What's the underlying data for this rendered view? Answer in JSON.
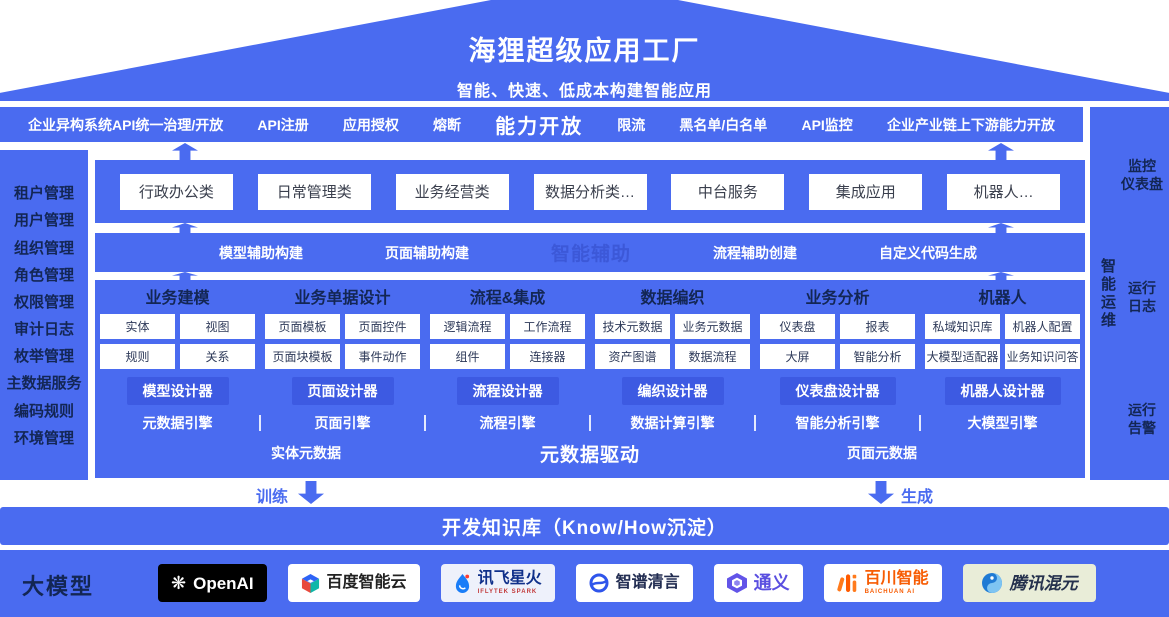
{
  "roof": {
    "title": "海狸超级应用工厂",
    "subtitle": "智能、快速、低成本构建智能应用"
  },
  "capability_bar": {
    "title": "能力开放",
    "items_left": [
      "企业异构系统API统一治理/开放",
      "API注册",
      "应用授权",
      "熔断"
    ],
    "items_right": [
      "限流",
      "黑名单/白名单",
      "API监控",
      "企业产业链上下游能力开放"
    ]
  },
  "left_sidebar": {
    "items": [
      "租户管理",
      "用户管理",
      "组织管理",
      "角色管理",
      "权限管理",
      "审计日志",
      "枚举管理",
      "主数据服务",
      "编码规则",
      "环境管理"
    ]
  },
  "right_sidebar": {
    "vertical_label": "智能运维",
    "items": [
      "监控\n仪表盘",
      "运行\n日志",
      "运行\n告警"
    ]
  },
  "app_row": {
    "items": [
      "行政办公类",
      "日常管理类",
      "业务经营类",
      "数据分析类…",
      "中台服务",
      "集成应用",
      "机器人…"
    ]
  },
  "assist_bar": {
    "items_left": [
      "模型辅助构建",
      "页面辅助构建"
    ],
    "watermark": "智能辅助",
    "items_right": [
      "流程辅助创建",
      "自定义代码生成"
    ]
  },
  "main_panel": {
    "columns": [
      {
        "title": "业务建模",
        "chips": [
          "实体",
          "视图",
          "规则",
          "关系"
        ],
        "designer": "模型设计器",
        "engine": "元数据引擎"
      },
      {
        "title": "业务单据设计",
        "chips": [
          "页面模板",
          "页面控件",
          "页面块模板",
          "事件动作"
        ],
        "designer": "页面设计器",
        "engine": "页面引擎"
      },
      {
        "title": "流程&集成",
        "chips": [
          "逻辑流程",
          "工作流程",
          "组件",
          "连接器"
        ],
        "designer": "流程设计器",
        "engine": "流程引擎"
      },
      {
        "title": "数据编织",
        "chips": [
          "技术元数据",
          "业务元数据",
          "资产图谱",
          "数据流程"
        ],
        "designer": "编织设计器",
        "engine": "数据计算引擎"
      },
      {
        "title": "业务分析",
        "chips": [
          "仪表盘",
          "报表",
          "大屏",
          "智能分析"
        ],
        "designer": "仪表盘设计器",
        "engine": "智能分析引擎"
      },
      {
        "title": "机器人",
        "chips": [
          "私域知识库",
          "机器人配置",
          "大模型适配器",
          "业务知识问答"
        ],
        "designer": "机器人设计器",
        "engine": "大模型引擎"
      }
    ],
    "footer": {
      "left": "实体元数据",
      "center": "元数据驱动",
      "right": "页面元数据"
    }
  },
  "flow": {
    "train": "训练",
    "generate": "生成"
  },
  "knowledge_bar": {
    "title": "开发知识库（Know/How沉淀）"
  },
  "models_row": {
    "label": "大模型",
    "vendors": [
      {
        "name": "OpenAI"
      },
      {
        "name": "百度智能云"
      },
      {
        "name": "讯飞星火",
        "sub": "IFLYTEK SPARK"
      },
      {
        "name": "智谱清言"
      },
      {
        "name": "通义"
      },
      {
        "name": "百川智能",
        "sub": "BAICHUAN AI"
      },
      {
        "name": "腾讯混元"
      }
    ]
  },
  "colors": {
    "primary_blue": "#4a6bf0",
    "dark_navy": "#132654",
    "designer_blue": "#3d5ae2",
    "baichuan_orange": "#f75c03",
    "tongyi_purple": "#5a4fe0",
    "iflytek_blue": "#10308a",
    "hunyuan_card_bg": "#e9edd8"
  }
}
